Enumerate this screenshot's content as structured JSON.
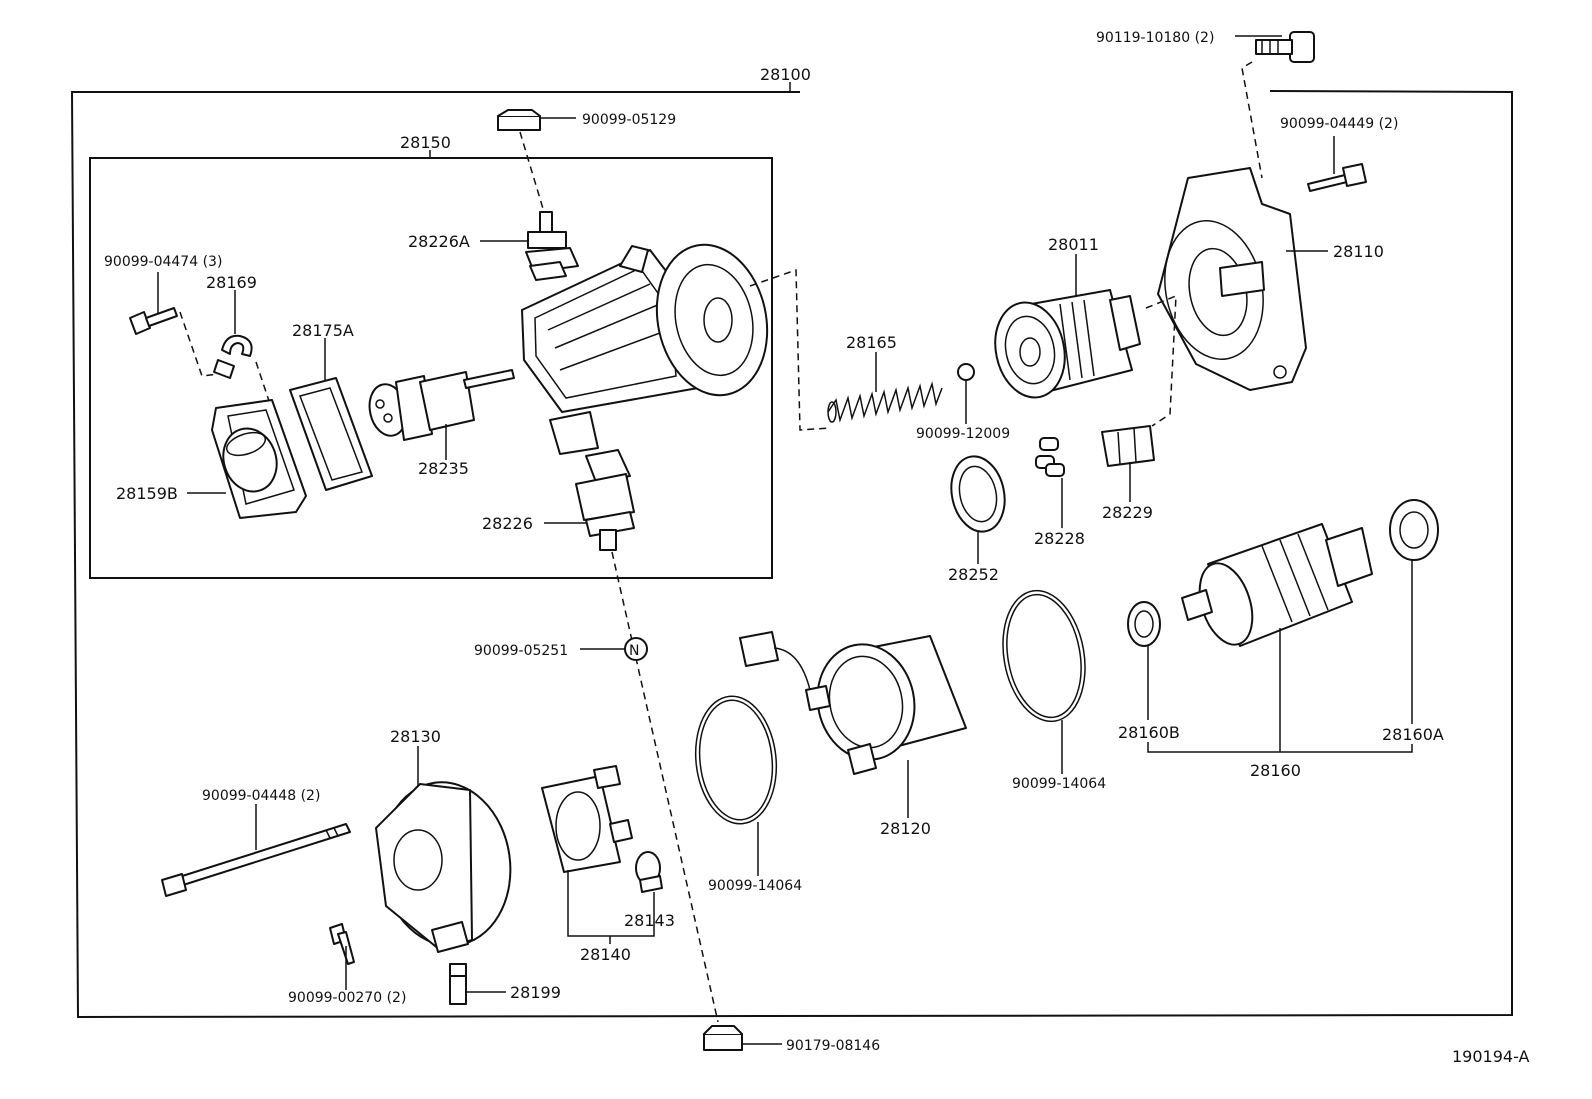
{
  "labels": {
    "assembly_main": "28100",
    "subassembly_magnetic_switch": "28150",
    "bolt_top_right": "90119-10180 (2)",
    "nut_top": "90099-05129",
    "bolt_right": "90099-04449 (2)",
    "terminal_bolt_a": "28226A",
    "bolt_cover": "90099-04474 (3)",
    "clip": "28169",
    "gasket": "28175A",
    "plunger": "28235",
    "switch_cover": "28159B",
    "terminal_bolt": "28226",
    "housing": "28110",
    "clutch": "28011",
    "spring": "28165",
    "ball": "90099-12009",
    "idle_gear": "28252",
    "rollers": "28228",
    "retainer": "28229",
    "nut_mid": "90099-05251",
    "bearing_b": "28160B",
    "bearing_a": "28160A",
    "armature": "28160",
    "oring_right": "90099-14064",
    "yoke": "28120",
    "oring_left": "90099-14064",
    "end_frame": "28130",
    "through_bolt": "90099-04448 (2)",
    "screw": "90099-00270 (2)",
    "brush_holder": "28140",
    "brush_spring": "28143",
    "terminal": "28199",
    "nut_bottom": "90179-08146",
    "diagram_code": "190194-A"
  }
}
